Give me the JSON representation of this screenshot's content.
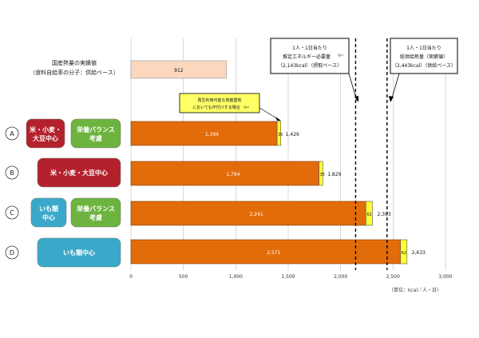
{
  "colors": {
    "red_pill": "#b3212c",
    "green_pill": "#6db33f",
    "teal_pill": "#3aa9c9",
    "bar_orange": "#e36c0a",
    "bar_yellow": "#ffff33",
    "baseline_fill": "#fad7bd",
    "grid": "#bfbfbf"
  },
  "left": {
    "baseline_label_line1": "国産熱量の実績値",
    "baseline_label_line2": "（食料自給率の分子：供給ベース）",
    "rows": [
      {
        "letter": "A",
        "pills": [
          {
            "text1": "米・小麦・",
            "text2": "大豆中心",
            "color": "red"
          },
          {
            "text1": "栄養バランス",
            "text2": "考慮",
            "color": "green"
          }
        ]
      },
      {
        "letter": "B",
        "pills": [
          {
            "text1": "米・小麦・大豆中心",
            "text2": "",
            "color": "red"
          }
        ]
      },
      {
        "letter": "C",
        "pills": [
          {
            "text1": "いも類",
            "text2": "中心",
            "color": "teal"
          },
          {
            "text1": "栄養バランス",
            "text2": "考慮",
            "color": "green"
          }
        ]
      },
      {
        "letter": "D",
        "pills": [
          {
            "text1": "いも類中心",
            "text2": "",
            "color": "teal"
          }
        ]
      }
    ]
  },
  "callouts": {
    "intake": {
      "line1": "1人・1日当たり",
      "line2": "推定エネルギー必要量",
      "sup": "（注1）",
      "line3": "（2,143kcal）（摂取ベース）"
    },
    "supply": {
      "line1": "1人・1日当たり",
      "line2": "総供給熱量（実績値）",
      "line3": "（2,443kcal）（供給ベース）"
    },
    "renewable": {
      "line1": "再生利用可能な荒廃農地",
      "line2": "においても作付けする場合",
      "sup": "（注2）"
    }
  },
  "chart_data": {
    "type": "bar",
    "orientation": "horizontal",
    "xlim": [
      0,
      3000
    ],
    "ticks": [
      0,
      500,
      1000,
      1500,
      2000,
      2500,
      3000
    ],
    "tick_labels": [
      "0",
      "500",
      "1,000",
      "1,500",
      "2,000",
      "2,500",
      "3,000"
    ],
    "unit_label": "（単位：kcal／人・日）",
    "grid": true,
    "reference_lines": [
      {
        "value": 2143,
        "style": "dashed"
      },
      {
        "value": 2443,
        "style": "dashed"
      }
    ],
    "baseline": {
      "value": 912,
      "label": "912"
    },
    "categories": [
      "A",
      "B",
      "C",
      "D"
    ],
    "series": [
      {
        "values": [
          1394,
          1794,
          2241,
          2571
        ],
        "labels": [
          "1,394",
          "1,794",
          "2,241",
          "2,571"
        ]
      },
      {
        "values": [
          35,
          35,
          62,
          62
        ],
        "labels": [
          "35",
          "35",
          "62",
          "62"
        ]
      }
    ],
    "totals": {
      "values": [
        1429,
        1829,
        2303,
        2633
      ],
      "labels": [
        "1,429",
        "1,829",
        "2,303",
        "2,633"
      ]
    }
  }
}
